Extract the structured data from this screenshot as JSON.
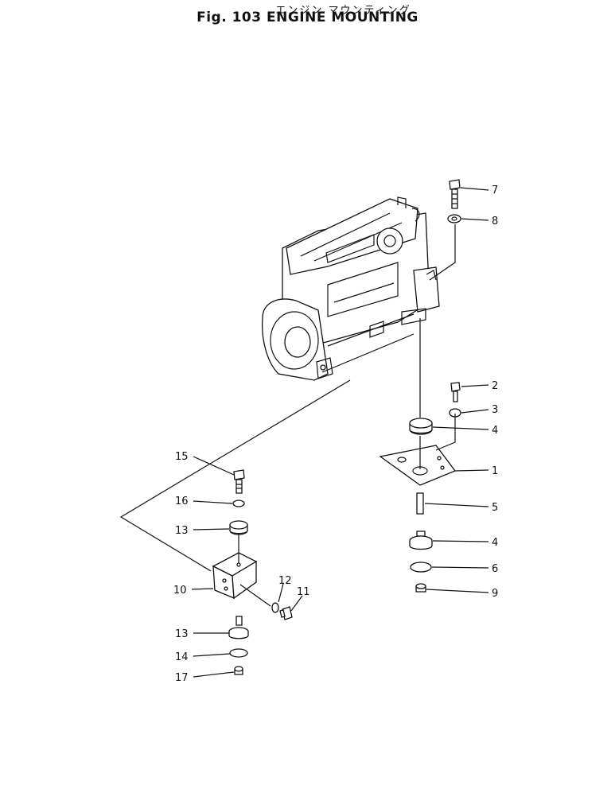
{
  "title": {
    "japanese": "エンジン マウンティング",
    "english": "Fig. 103 ENGINE MOUNTING"
  },
  "callouts": [
    {
      "id": "c7",
      "text": "7"
    },
    {
      "id": "c8",
      "text": "8"
    },
    {
      "id": "c2",
      "text": "2"
    },
    {
      "id": "c3",
      "text": "3"
    },
    {
      "id": "c4a",
      "text": "4"
    },
    {
      "id": "c1",
      "text": "1"
    },
    {
      "id": "c5",
      "text": "5"
    },
    {
      "id": "c4b",
      "text": "4"
    },
    {
      "id": "c6",
      "text": "6"
    },
    {
      "id": "c9",
      "text": "9"
    },
    {
      "id": "c15",
      "text": "15"
    },
    {
      "id": "c16",
      "text": "16"
    },
    {
      "id": "c13a",
      "text": "13"
    },
    {
      "id": "c10",
      "text": "10"
    },
    {
      "id": "c12",
      "text": "12"
    },
    {
      "id": "c11",
      "text": "11"
    },
    {
      "id": "c13b",
      "text": "13"
    },
    {
      "id": "c14",
      "text": "14"
    },
    {
      "id": "c17",
      "text": "17"
    }
  ]
}
